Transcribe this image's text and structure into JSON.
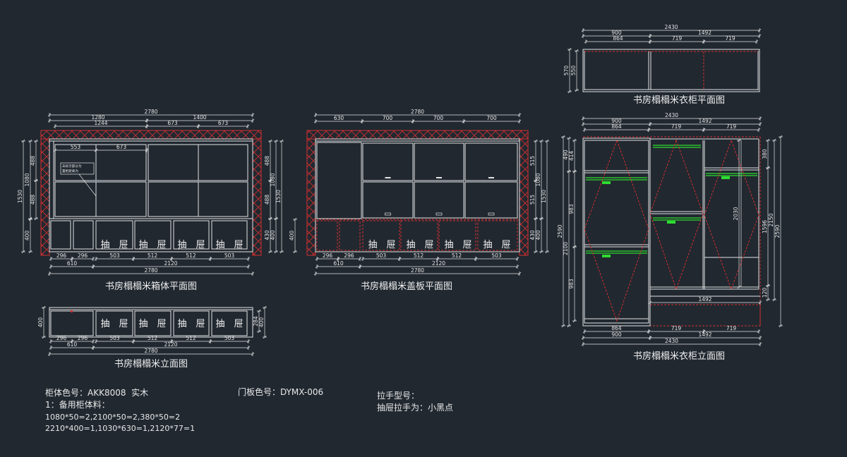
{
  "colors": {
    "background": "#212830",
    "line": "#e4e4e4",
    "hatch": "#d32f2f",
    "rod": "#2fdc2f"
  },
  "drawings": {
    "cabinet_plan": {
      "title": "书房榻榻米箱体平面图",
      "dims_top": [
        2780,
        1280,
        1400,
        1244,
        673,
        673
      ],
      "dims_inner": [
        553,
        673
      ],
      "note": [
        "未标示部分为",
        "置柜距离为"
      ],
      "dims_left": [
        1530,
        1080,
        488,
        488,
        400
      ],
      "dims_right": [
        488,
        488,
        430,
        1080,
        400,
        1530
      ],
      "dims_bottom": [
        296,
        296,
        503,
        512,
        512,
        503,
        610,
        2120,
        2780
      ],
      "drawer_label": [
        "抽",
        "屉"
      ]
    },
    "cover_plan": {
      "title": "书房榻榻米盖板平面图",
      "dims_top": [
        2780,
        630,
        700,
        700,
        700
      ],
      "dims_left": [
        400
      ],
      "dims_right": [
        515,
        515,
        430,
        1080,
        400,
        1530
      ],
      "dims_bottom": [
        296,
        296,
        503,
        512,
        512,
        503,
        610,
        2120,
        2780
      ],
      "drawer_label": [
        "抽",
        "屉"
      ]
    },
    "elevation": {
      "title": "书房榻榻米立面图",
      "dims_left": [
        400
      ],
      "dims_right": [
        284,
        400
      ],
      "dims_bottom": [
        296,
        296,
        503,
        512,
        512,
        503,
        610,
        2120,
        2780
      ],
      "drawer_label": [
        "抽",
        "屉"
      ]
    },
    "wardrobe_plan": {
      "title": "书房榻榻米衣柜平面图",
      "dims_top": [
        2430,
        900,
        1492,
        864,
        719,
        719
      ],
      "dims_left": [
        570,
        550
      ]
    },
    "wardrobe_elevation": {
      "title": "书房榻榻米衣柜立面图",
      "dims_top": [
        2430,
        900,
        1492,
        864,
        719,
        719
      ],
      "dims_left": [
        2590,
        490,
        2100,
        414,
        983,
        983
      ],
      "dims_right": [
        380,
        1596,
        120,
        2150,
        2590
      ],
      "dims_inner": [
        2030,
        1492
      ],
      "dims_bottom": [
        864,
        719,
        719,
        900,
        1492,
        2430
      ]
    }
  },
  "notes": {
    "cabinet_color": "柜体色号：AKK8008  实木",
    "spare_title": "1：备用柜体料：",
    "spare_line1": "1080*50=2,2100*50=2,380*50=2",
    "spare_line2": "2210*400=1,1030*630=1,2120*77=1",
    "door_color": "门板色号：DYMX-006",
    "handle_model": "拉手型号：",
    "drawer_handle": "抽屉拉手为：小黑点"
  }
}
